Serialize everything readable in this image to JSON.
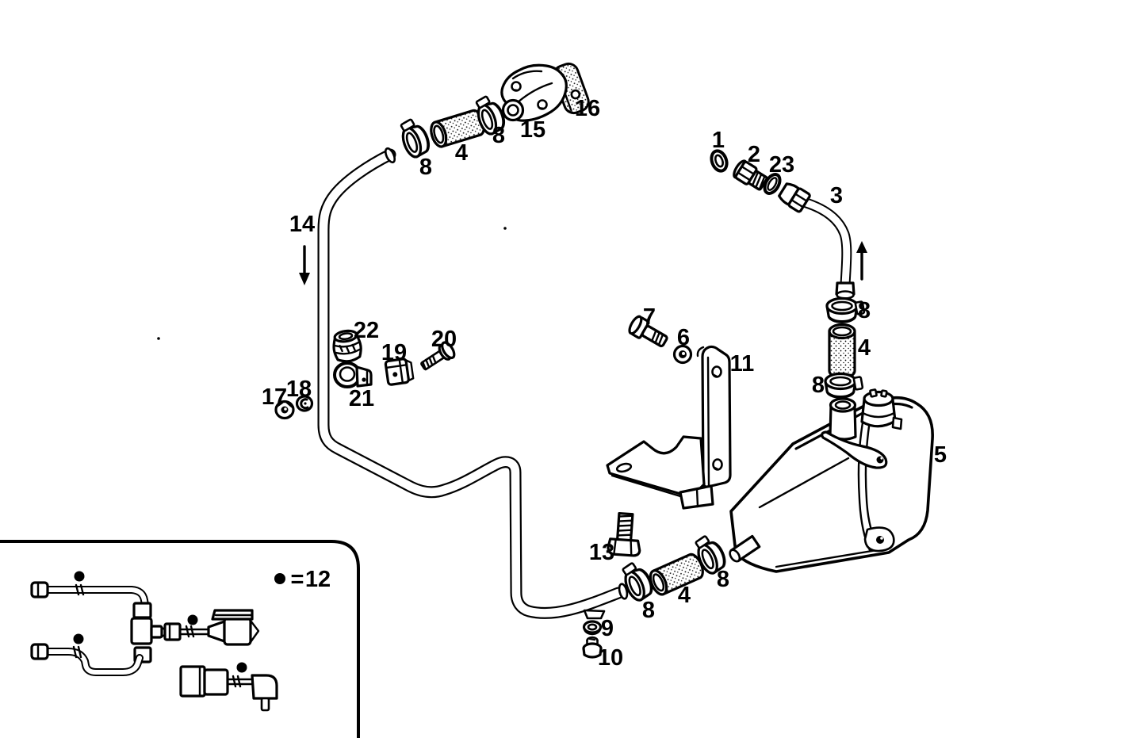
{
  "figure": {
    "background_color": "#ffffff",
    "ink_color": "#000000",
    "description": "Exploded-view parts diagram: washer fluid reservoir tank, pump, hoses, clamps and mounting hardware with numbered callouts",
    "legend": {
      "marker_symbol": "●",
      "equals_sign": "=",
      "part_number": "12"
    },
    "callouts": {
      "c1": "1",
      "c2": "2",
      "c3": "3",
      "c5": "5",
      "c6": "6",
      "c7": "7",
      "c9": "9",
      "c10": "10",
      "c11": "11",
      "c13": "13",
      "c14": "14",
      "c15": "15",
      "c16": "16",
      "c17": "17",
      "c18": "18",
      "c19": "19",
      "c20": "20",
      "c21": "21",
      "c22": "22",
      "c23": "23",
      "c4_top": "4",
      "c4_right": "4",
      "c4_bottom": "4",
      "c8_top_left": "8",
      "c8_top_right": "8",
      "c8_right_upper": "8",
      "c8_right_lower": "8",
      "c8_bottom_left": "8",
      "c8_bottom_right": "8"
    }
  }
}
